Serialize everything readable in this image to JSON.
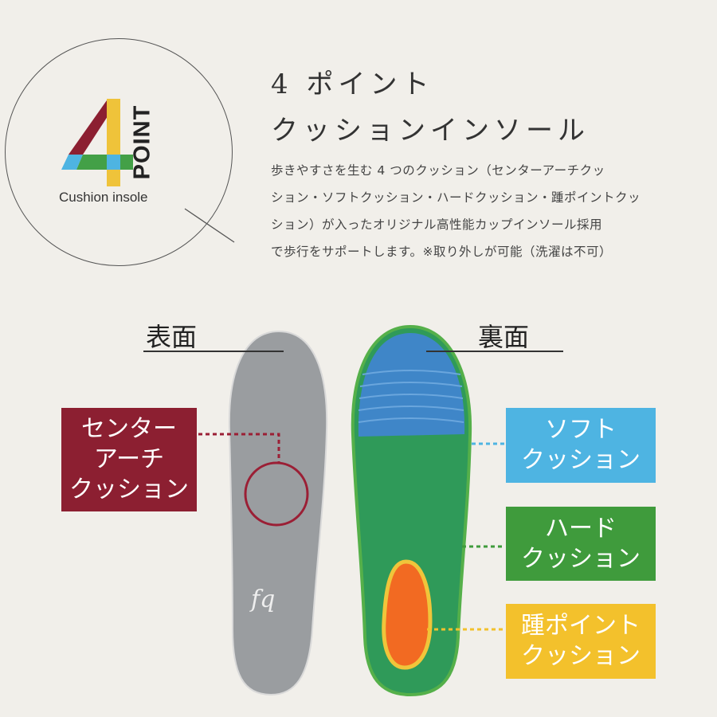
{
  "logo": {
    "number": "4",
    "word": "POINT",
    "subtitle": "Cushion insole"
  },
  "heading": {
    "line1": "4 ポイント",
    "line2": "クッションインソール"
  },
  "description": [
    "歩きやすさを生む 4 つのクッション（センターアーチクッ",
    "ション・ソフトクッション・ハードクッション・踵ポイントクッ",
    "ション）が入ったオリジナル高性能カップインソール採用",
    "で歩行をサポートします。※取り外しが可能（洗濯は不可）"
  ],
  "front": {
    "label": "表面",
    "brand_mark": "fq"
  },
  "back": {
    "label": "裏面"
  },
  "callouts": {
    "center_arch": {
      "lines": [
        "センター",
        "アーチ",
        "クッション"
      ],
      "color": "#8c1f31"
    },
    "soft": {
      "lines": [
        "ソフト",
        "クッション"
      ],
      "color": "#4eb4e2"
    },
    "hard": {
      "lines": [
        "ハード",
        "クッション"
      ],
      "color": "#3f9b3c"
    },
    "heel": {
      "lines": [
        "踵ポイント",
        "クッション"
      ],
      "color": "#f3c12c"
    }
  }
}
